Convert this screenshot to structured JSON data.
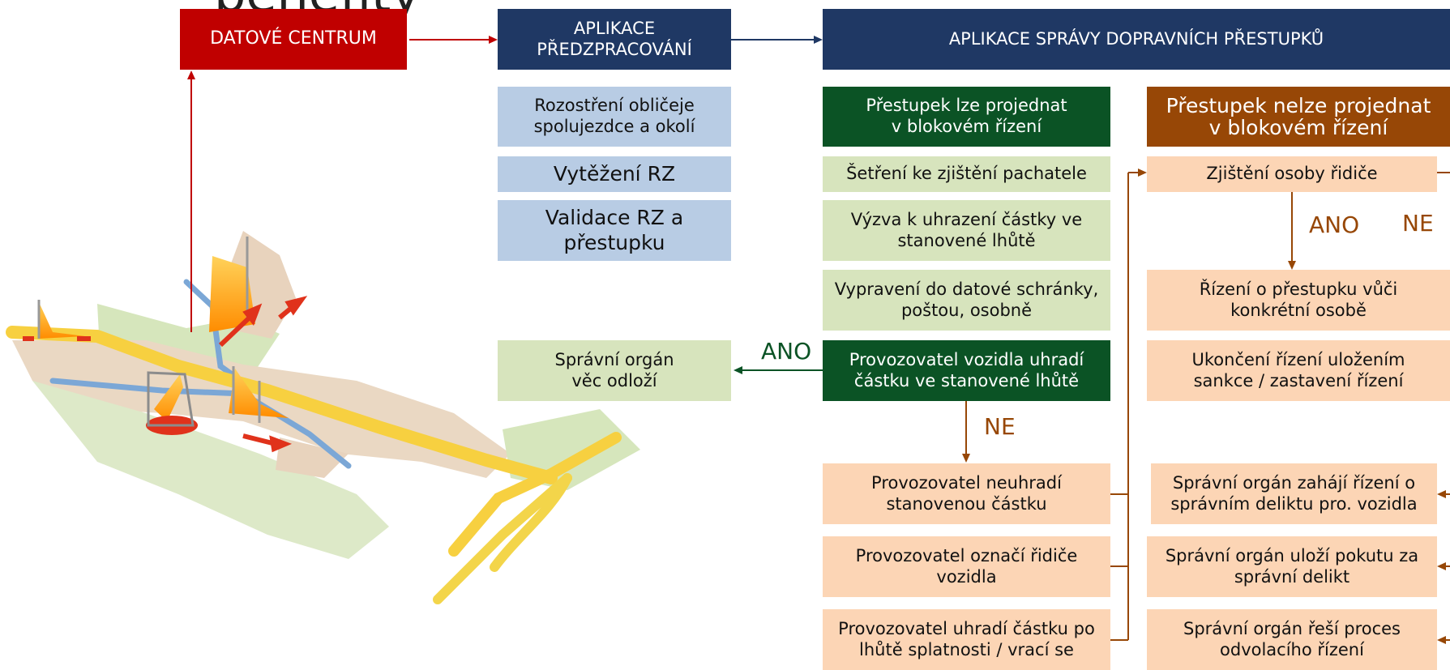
{
  "heading": "benefity",
  "boxes": {
    "datove_centrum": "DATOVÉ CENTRUM",
    "aplikace_predzpracovani": "APLIKACE\nPŘEDZPRACOVÁNÍ",
    "aplikace_spravy": "APLIKACE SPRÁVY DOPRAVNÍCH PŘESTUPKŮ",
    "rozostreni": "Rozostření obličeje\nspolujezdce a okolí",
    "vytezeni": "Vytěžení RZ",
    "validace": "Validace RZ a\npřestupku",
    "spravni_organ_odlozi": "Správní orgán\nvěc odloží",
    "lze_projednat": "Přestupek lze projednat\nv blokovém řízení",
    "setreni": "Šetření ke zjištění pachatele",
    "vyzva": "Výzva k uhrazení částky ve\nstanovené lhůtě",
    "vypraveni": "Vypravení do datové schránky,\npoštou, osobně",
    "provozovatel_uhradi": "Provozovatel vozidla uhradí\nčástku ve stanovené lhůtě",
    "provozovatel_neuhradi": "Provozovatel neuhradí\nstanovenou částku",
    "provozovatel_oznaci": "Provozovatel označí řidiče\nvozidla",
    "provozovatel_po_lhute": "Provozovatel uhradí částku po\nlhůtě splatnosti / vrací se",
    "nelze_projednat": "Přestupek nelze projednat\nv blokovém řízení",
    "zjisteni_ridice": "Zjištění osoby řidiče",
    "rizeni_o_prestupku": "Řízení o přestupku vůči\nkonkrétní osobě",
    "ukonceni": "Ukončení řízení uložením\nsankce / zastavení řízení",
    "zahaji_rizeni": "Správní orgán zahájí řízení o\nsprávním deliktu pro. vozidla",
    "ulozi_pokutu": "Správní orgán uloží pokutu za\nsprávní delikt",
    "odvolaci": "Správní orgán řeší proces\nodvolacího řízení"
  },
  "labels": {
    "ano_left": "ANO",
    "ne_green": "NE",
    "ano_right": "ANO",
    "ne_right": "NE"
  },
  "colors": {
    "red": "#c00000",
    "navy": "#1f3864",
    "light_blue": "#b8cce4",
    "dark_green": "#0b5325",
    "light_green": "#d7e4bd",
    "brown": "#974706",
    "peach": "#fcd5b5"
  },
  "map_illustration": "traffic-map-illustration"
}
